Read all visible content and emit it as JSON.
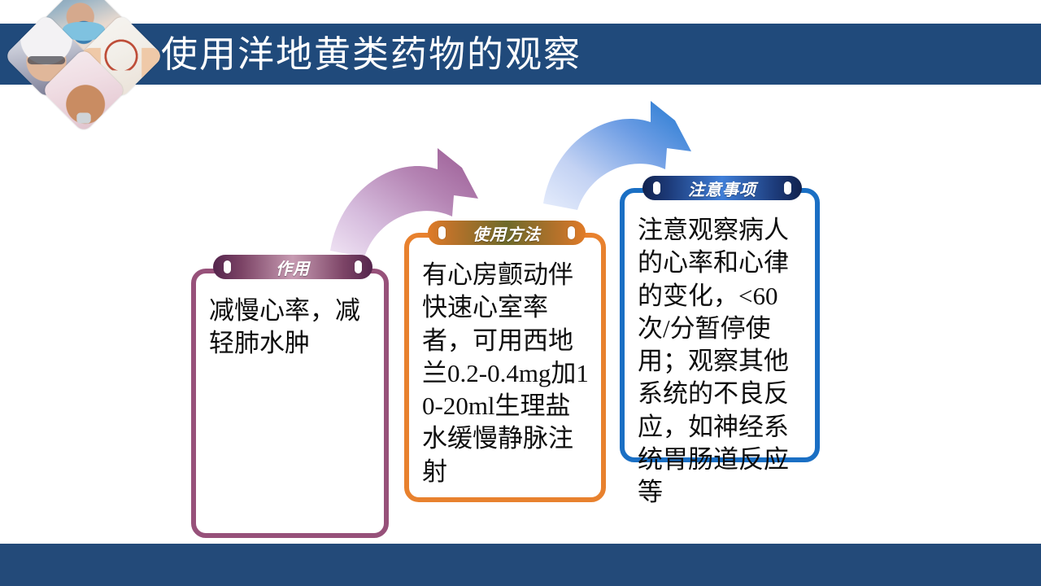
{
  "slide": {
    "title": "使用洋地黄类药物的观察",
    "header_color": "#204a7b",
    "footer_color": "#234a79",
    "background_color": "#ffffff"
  },
  "photo_cluster": {
    "tiles": [
      {
        "name": "nurse-photo",
        "caption": "戴口罩的护士"
      },
      {
        "name": "woman-photo",
        "caption": "戴眼镜的护士"
      },
      {
        "name": "hands-heart-photo",
        "caption": "手捧心电图"
      },
      {
        "name": "baby-photo",
        "caption": "戴帽子的婴儿"
      }
    ]
  },
  "cards": [
    {
      "id": "effect",
      "header": "作用",
      "body": "减慢心率，减轻肺水肿",
      "accent_color": "#97517a"
    },
    {
      "id": "usage",
      "header": "使用方法",
      "body": "有心房颤动伴快速心室率者，可用西地兰0.2-0.4mg加10-20ml生理盐水缓慢静脉注射",
      "accent_color": "#e8812e"
    },
    {
      "id": "caution",
      "header": "注意事项",
      "body": "注意观察病人的心率和心律的变化，<60次/分暂停使用；观察其他系统的不良反应，如神经系统胃肠道反应等",
      "accent_color": "#1a6fc4"
    }
  ],
  "arrows": [
    {
      "name": "arrow-effect-to-usage",
      "from": "effect",
      "to": "usage",
      "color_start": "#ead9f0",
      "color_end": "#9a5a93"
    },
    {
      "name": "arrow-usage-to-caution",
      "from": "usage",
      "to": "caution",
      "color_start": "#dbe5fa",
      "color_end": "#1f77d0"
    }
  ]
}
